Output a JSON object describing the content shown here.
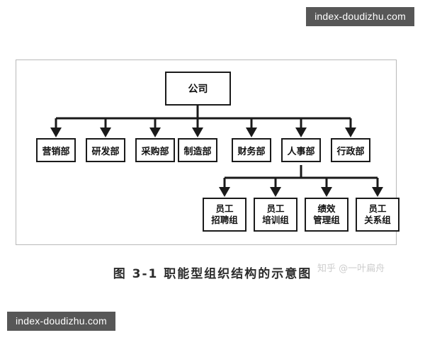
{
  "watermarks": {
    "top_right": "index-doudizhu.com",
    "bottom_left": "index-doudizhu.com",
    "zhihu": "知乎 @一叶扁舟"
  },
  "caption": "图 3-1 职能型组织结构的示意图",
  "colors": {
    "page_background": "#ffffff",
    "frame_border": "#b9b9b9",
    "node_border": "#1a1a1a",
    "node_fill": "#ffffff",
    "connector": "#1a1a1a",
    "watermark_chip_bg": "#575757",
    "watermark_chip_text": "#ffffff",
    "zhihu_watermark_text": "#cdcdcd"
  },
  "chart_data": {
    "type": "diagram",
    "diagram_type": "organization-chart",
    "title": "图 3-1 职能型组织结构的示意图",
    "orientation": "top-down",
    "connector_style": "orthogonal-bus-with-arrowheads",
    "levels": 3,
    "root": {
      "id": "company",
      "label": "公司",
      "level": 0
    },
    "departments": [
      {
        "id": "marketing",
        "label": "营销部",
        "level": 1,
        "parent": "company"
      },
      {
        "id": "rnd",
        "label": "研发部",
        "level": 1,
        "parent": "company"
      },
      {
        "id": "purchasing",
        "label": "采购部",
        "level": 1,
        "parent": "company"
      },
      {
        "id": "manufacturing",
        "label": "制造部",
        "level": 1,
        "parent": "company"
      },
      {
        "id": "finance",
        "label": "财务部",
        "level": 1,
        "parent": "company"
      },
      {
        "id": "hr",
        "label": "人事部",
        "level": 1,
        "parent": "company"
      },
      {
        "id": "administration",
        "label": "行政部",
        "level": 1,
        "parent": "company"
      }
    ],
    "hr_groups": [
      {
        "id": "recruitment",
        "line1": "员工",
        "line2": "招聘组",
        "label": "员工招聘组",
        "level": 2,
        "parent": "hr"
      },
      {
        "id": "training",
        "line1": "员工",
        "line2": "培训组",
        "label": "员工培训组",
        "level": 2,
        "parent": "hr"
      },
      {
        "id": "performance",
        "line1": "绩效",
        "line2": "管理组",
        "label": "绩效管理组",
        "level": 2,
        "parent": "hr"
      },
      {
        "id": "relations",
        "line1": "员工",
        "line2": "关系组",
        "label": "员工关系组",
        "level": 2,
        "parent": "hr"
      }
    ]
  }
}
